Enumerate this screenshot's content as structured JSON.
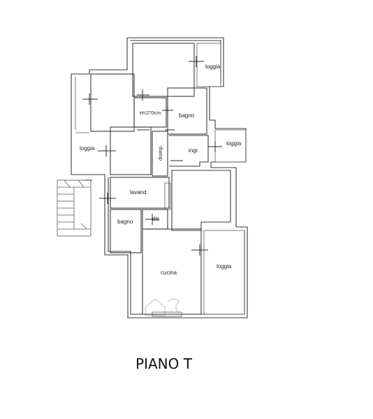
{
  "plan": {
    "title": "PIANO T",
    "rooms": {
      "loggia_top": "loggia",
      "height_note": "H=270cm",
      "bagno_top": "bagno",
      "loggia_left": "loggia",
      "disimp": "disimp.",
      "ingr": "ingr.",
      "loggia_right": "loggia",
      "lavand": "lavand.",
      "dis": "dis",
      "bagno_bottom": "bagno",
      "cucina": "cucina",
      "loggia_bottom": "loggia"
    },
    "watermark_icon": "home-watermark-icon"
  }
}
